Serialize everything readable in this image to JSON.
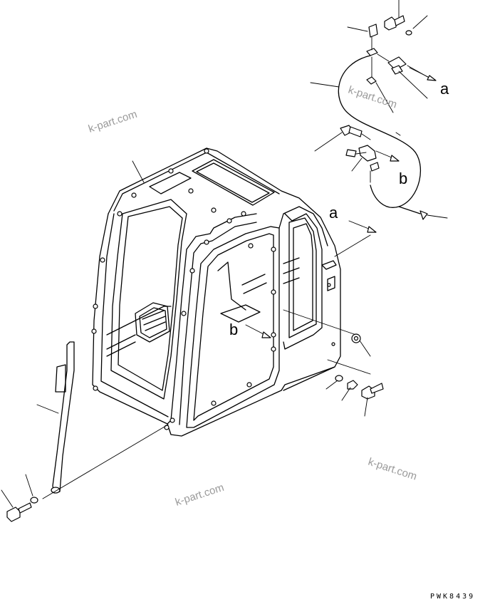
{
  "diagram": {
    "callout_labels": {
      "a_top": "a",
      "b_top": "b",
      "a_main": "a",
      "b_main": "b"
    },
    "watermarks": [
      "k-part.com",
      "k-part.com",
      "k-part.com",
      "k-part.com"
    ],
    "drawing_code": "PWK8439"
  }
}
